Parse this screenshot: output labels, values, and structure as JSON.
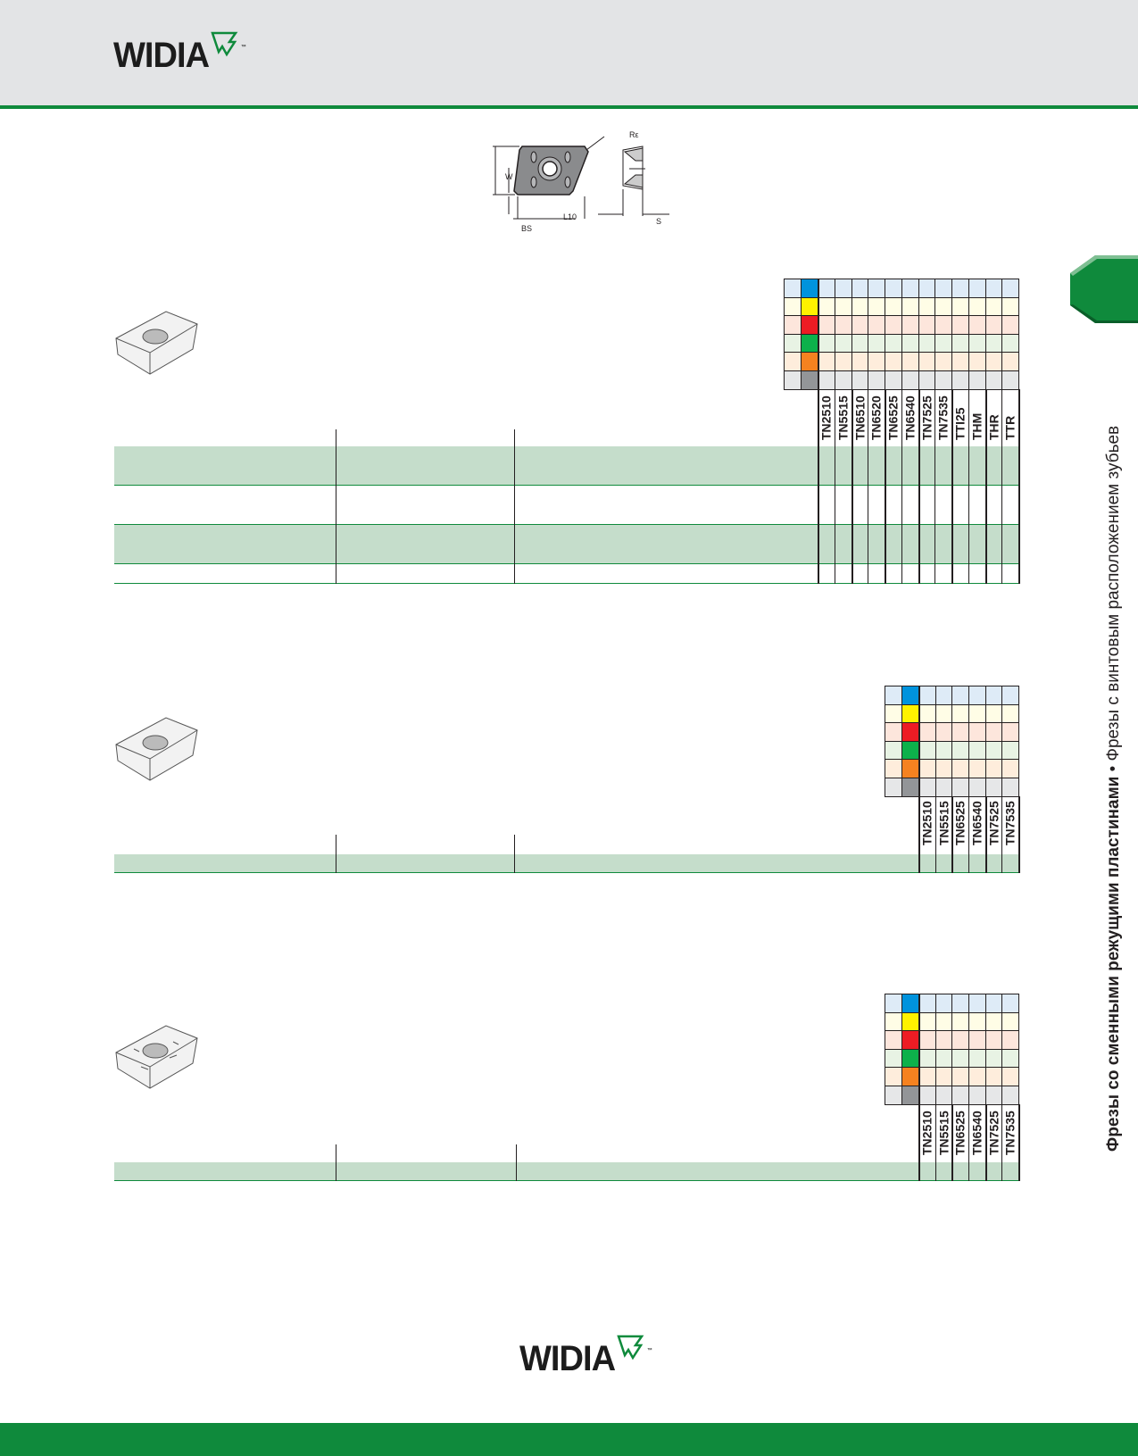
{
  "brand": {
    "name": "WIDIA",
    "tm": "™"
  },
  "diagram": {
    "labels": {
      "re": "Rε",
      "w": "W",
      "bs": "BS",
      "l10": "L10",
      "s": "S"
    }
  },
  "side_text": {
    "bold": "Фрезы со сменными режущими пластинами",
    "bullet": "•",
    "regular": "Фрезы с винтовым расположением зубьев"
  },
  "material_colors": [
    "#0093dd",
    "#fff200",
    "#ed1c24",
    "#0db14b",
    "#f58220",
    "#939598"
  ],
  "material_tints": [
    "#deebf7",
    "#fffde6",
    "#fde6dc",
    "#e8f3e4",
    "#feeddc",
    "#e6e7e8"
  ],
  "row_green": "#c5ddcb",
  "tables": [
    {
      "grades": [
        "TN2510",
        "TN5515",
        "TN6510",
        "TN6520",
        "TN6525",
        "TN6540",
        "TN7525",
        "TN7535",
        "TTI25",
        "THM",
        "THR",
        "TTR"
      ],
      "rows": 4
    },
    {
      "grades": [
        "TN2510",
        "TN5515",
        "TN6525",
        "TN6540",
        "TN7525",
        "TN7535"
      ],
      "rows": 1
    },
    {
      "grades": [
        "TN2510",
        "TN5515",
        "TN6525",
        "TN6540",
        "TN7525",
        "TN7535"
      ],
      "rows": 1
    }
  ]
}
